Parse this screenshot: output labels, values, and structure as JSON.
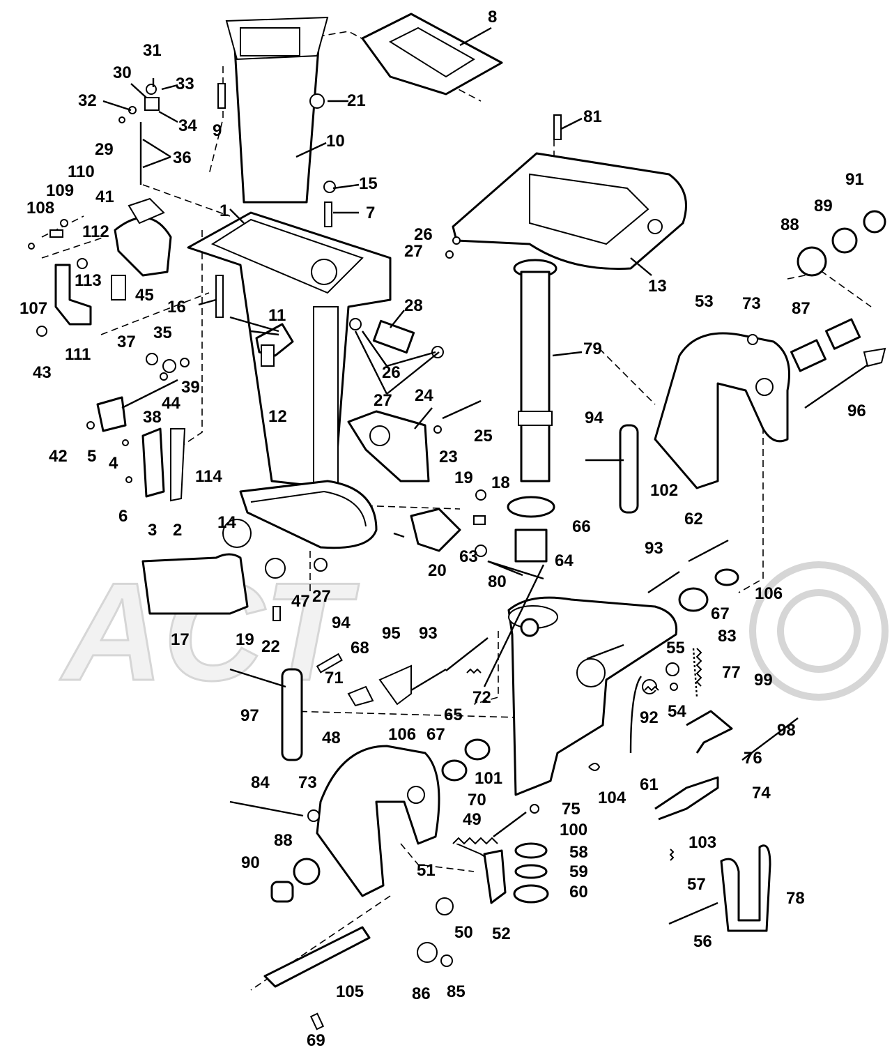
{
  "watermark": "ACT",
  "callouts": [
    {
      "id": "1",
      "label": "1"
    },
    {
      "id": "2",
      "label": "2"
    },
    {
      "id": "3",
      "label": "3"
    },
    {
      "id": "4",
      "label": "4"
    },
    {
      "id": "5",
      "label": "5"
    },
    {
      "id": "6",
      "label": "6"
    },
    {
      "id": "7",
      "label": "7"
    },
    {
      "id": "8",
      "label": "8"
    },
    {
      "id": "9",
      "label": "9"
    },
    {
      "id": "10",
      "label": "10"
    },
    {
      "id": "11",
      "label": "11"
    },
    {
      "id": "12",
      "label": "12"
    },
    {
      "id": "13",
      "label": "13"
    },
    {
      "id": "14",
      "label": "14"
    },
    {
      "id": "15",
      "label": "15"
    },
    {
      "id": "16",
      "label": "16"
    },
    {
      "id": "17",
      "label": "17"
    },
    {
      "id": "18",
      "label": "18"
    },
    {
      "id": "19a",
      "label": "19"
    },
    {
      "id": "19b",
      "label": "19"
    },
    {
      "id": "20",
      "label": "20"
    },
    {
      "id": "21",
      "label": "21"
    },
    {
      "id": "22",
      "label": "22"
    },
    {
      "id": "23",
      "label": "23"
    },
    {
      "id": "24",
      "label": "24"
    },
    {
      "id": "25",
      "label": "25"
    },
    {
      "id": "26a",
      "label": "26"
    },
    {
      "id": "26b",
      "label": "26"
    },
    {
      "id": "27a",
      "label": "27"
    },
    {
      "id": "27b",
      "label": "27"
    },
    {
      "id": "27c",
      "label": "27"
    },
    {
      "id": "28",
      "label": "28"
    },
    {
      "id": "29",
      "label": "29"
    },
    {
      "id": "30",
      "label": "30"
    },
    {
      "id": "31",
      "label": "31"
    },
    {
      "id": "32",
      "label": "32"
    },
    {
      "id": "33",
      "label": "33"
    },
    {
      "id": "34",
      "label": "34"
    },
    {
      "id": "35",
      "label": "35"
    },
    {
      "id": "36",
      "label": "36"
    },
    {
      "id": "37",
      "label": "37"
    },
    {
      "id": "38",
      "label": "38"
    },
    {
      "id": "39",
      "label": "39"
    },
    {
      "id": "41",
      "label": "41"
    },
    {
      "id": "42",
      "label": "42"
    },
    {
      "id": "43",
      "label": "43"
    },
    {
      "id": "44",
      "label": "44"
    },
    {
      "id": "45",
      "label": "45"
    },
    {
      "id": "47",
      "label": "47"
    },
    {
      "id": "48",
      "label": "48"
    },
    {
      "id": "49",
      "label": "49"
    },
    {
      "id": "50",
      "label": "50"
    },
    {
      "id": "51",
      "label": "51"
    },
    {
      "id": "52",
      "label": "52"
    },
    {
      "id": "53",
      "label": "53"
    },
    {
      "id": "54",
      "label": "54"
    },
    {
      "id": "55",
      "label": "55"
    },
    {
      "id": "56",
      "label": "56"
    },
    {
      "id": "57",
      "label": "57"
    },
    {
      "id": "58",
      "label": "58"
    },
    {
      "id": "59",
      "label": "59"
    },
    {
      "id": "60",
      "label": "60"
    },
    {
      "id": "61",
      "label": "61"
    },
    {
      "id": "62",
      "label": "62"
    },
    {
      "id": "63",
      "label": "63"
    },
    {
      "id": "64",
      "label": "64"
    },
    {
      "id": "65",
      "label": "65"
    },
    {
      "id": "66",
      "label": "66"
    },
    {
      "id": "67a",
      "label": "67"
    },
    {
      "id": "67b",
      "label": "67"
    },
    {
      "id": "68",
      "label": "68"
    },
    {
      "id": "69",
      "label": "69"
    },
    {
      "id": "70",
      "label": "70"
    },
    {
      "id": "71",
      "label": "71"
    },
    {
      "id": "72",
      "label": "72"
    },
    {
      "id": "73a",
      "label": "73"
    },
    {
      "id": "73b",
      "label": "73"
    },
    {
      "id": "74",
      "label": "74"
    },
    {
      "id": "75",
      "label": "75"
    },
    {
      "id": "76",
      "label": "76"
    },
    {
      "id": "77",
      "label": "77"
    },
    {
      "id": "78",
      "label": "78"
    },
    {
      "id": "79",
      "label": "79"
    },
    {
      "id": "80",
      "label": "80"
    },
    {
      "id": "81",
      "label": "81"
    },
    {
      "id": "83",
      "label": "83"
    },
    {
      "id": "84",
      "label": "84"
    },
    {
      "id": "85",
      "label": "85"
    },
    {
      "id": "86",
      "label": "86"
    },
    {
      "id": "87",
      "label": "87"
    },
    {
      "id": "88a",
      "label": "88"
    },
    {
      "id": "88b",
      "label": "88"
    },
    {
      "id": "89",
      "label": "89"
    },
    {
      "id": "90",
      "label": "90"
    },
    {
      "id": "91",
      "label": "91"
    },
    {
      "id": "92",
      "label": "92"
    },
    {
      "id": "93a",
      "label": "93"
    },
    {
      "id": "93b",
      "label": "93"
    },
    {
      "id": "94a",
      "label": "94"
    },
    {
      "id": "94b",
      "label": "94"
    },
    {
      "id": "95",
      "label": "95"
    },
    {
      "id": "96",
      "label": "96"
    },
    {
      "id": "97",
      "label": "97"
    },
    {
      "id": "98",
      "label": "98"
    },
    {
      "id": "99",
      "label": "99"
    },
    {
      "id": "100",
      "label": "100"
    },
    {
      "id": "101",
      "label": "101"
    },
    {
      "id": "102",
      "label": "102"
    },
    {
      "id": "103",
      "label": "103"
    },
    {
      "id": "104",
      "label": "104"
    },
    {
      "id": "105",
      "label": "105"
    },
    {
      "id": "106a",
      "label": "106"
    },
    {
      "id": "106b",
      "label": "106"
    },
    {
      "id": "107",
      "label": "107"
    },
    {
      "id": "108",
      "label": "108"
    },
    {
      "id": "109",
      "label": "109"
    },
    {
      "id": "110",
      "label": "110"
    },
    {
      "id": "111",
      "label": "111"
    },
    {
      "id": "112",
      "label": "112"
    },
    {
      "id": "113",
      "label": "113"
    },
    {
      "id": "114",
      "label": "114"
    }
  ]
}
